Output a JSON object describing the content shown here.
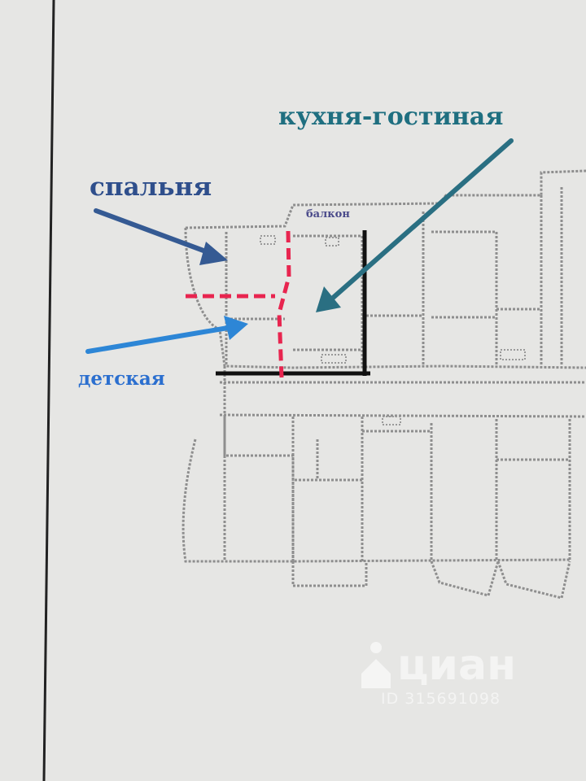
{
  "labels": {
    "kitchen_living": "кухня-гостиная",
    "bedroom": "спальня",
    "kids_room": "детская",
    "balcony": "балкон"
  },
  "watermark": {
    "brand": "циан",
    "id": "ID 315691098",
    "logo_icon": "cian-house-pin-icon"
  },
  "colors": {
    "paper": "#e6e6e4",
    "plan_lines": "#8e8e8e",
    "kitchen_label": "#1f6f80",
    "kitchen_arrow": "#2a6f82",
    "bedroom_label": "#2f4f8c",
    "bedroom_arrow": "#355a93",
    "kids_label": "#2b6fcf",
    "kids_arrow": "#2d86d6",
    "balcony_label": "#4a4a8a",
    "new_partition": "#e8254f",
    "outer_wall": "#111111"
  },
  "icons": {
    "arrow_head": "arrow-head-icon"
  }
}
